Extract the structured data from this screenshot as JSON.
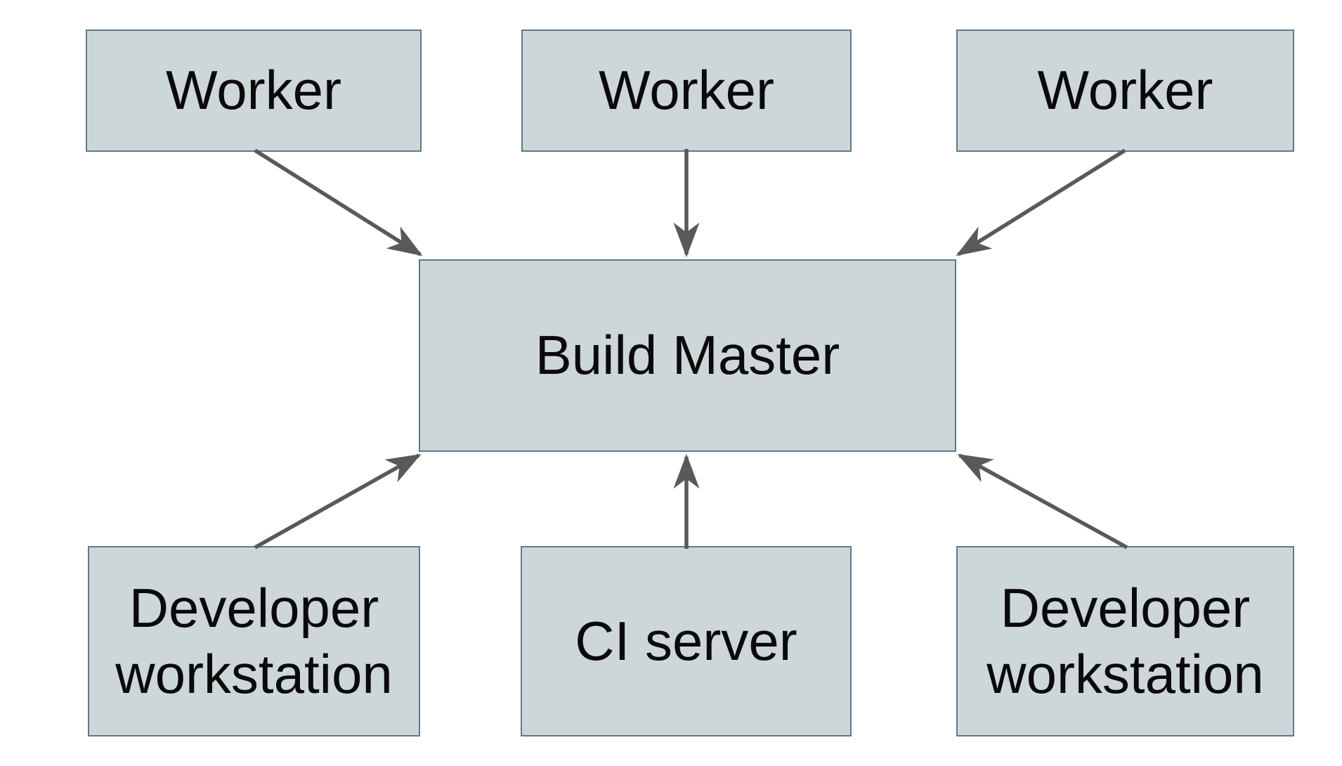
{
  "diagram": {
    "type": "architecture-diagram",
    "nodes": [
      {
        "id": "worker-1",
        "label": "Worker"
      },
      {
        "id": "worker-2",
        "label": "Worker"
      },
      {
        "id": "worker-3",
        "label": "Worker"
      },
      {
        "id": "build-master",
        "label": "Build Master"
      },
      {
        "id": "developer-workstation-1",
        "label": "Developer workstation"
      },
      {
        "id": "ci-server",
        "label": "CI server"
      },
      {
        "id": "developer-workstation-2",
        "label": "Developer workstation"
      }
    ],
    "edges": [
      {
        "from": "worker-1",
        "to": "build-master"
      },
      {
        "from": "worker-2",
        "to": "build-master"
      },
      {
        "from": "worker-3",
        "to": "build-master"
      },
      {
        "from": "developer-workstation-1",
        "to": "build-master"
      },
      {
        "from": "ci-server",
        "to": "build-master"
      },
      {
        "from": "developer-workstation-2",
        "to": "build-master"
      }
    ],
    "colors": {
      "background": "#ffffff",
      "node_fill": "#cdd6d9",
      "node_border": "#5f7a87",
      "arrow": "#595959",
      "text": "#0a0a0a"
    }
  }
}
